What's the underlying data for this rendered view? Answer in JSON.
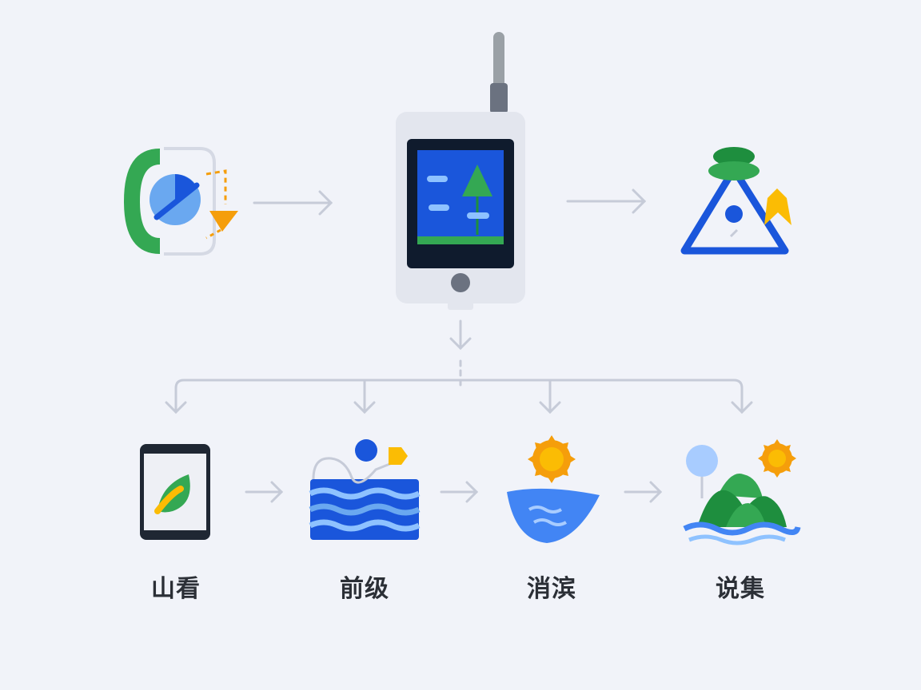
{
  "colors": {
    "background": "#f1f3f9",
    "blue": "#1a56db",
    "light_blue": "#6aa8f0",
    "green": "#34a853",
    "dark_green": "#1e8e3e",
    "orange": "#f59e0b",
    "yellow": "#fbbc04",
    "gray": "#9aa0a6",
    "device": "#e3e6ee",
    "screen": "#0f1b2d",
    "arrow": "#c6cbd8"
  },
  "icons": {
    "top_left": "pie-chart-sensor-icon",
    "center": "handheld-device-icon",
    "top_right": "triangle-map-marker-icon",
    "bottom": [
      "tablet-leaf-icon",
      "water-waves-icon",
      "sun-water-icon",
      "island-sun-icon"
    ]
  },
  "bottom_labels": [
    "山看",
    "前级",
    "消滨",
    "说集"
  ]
}
